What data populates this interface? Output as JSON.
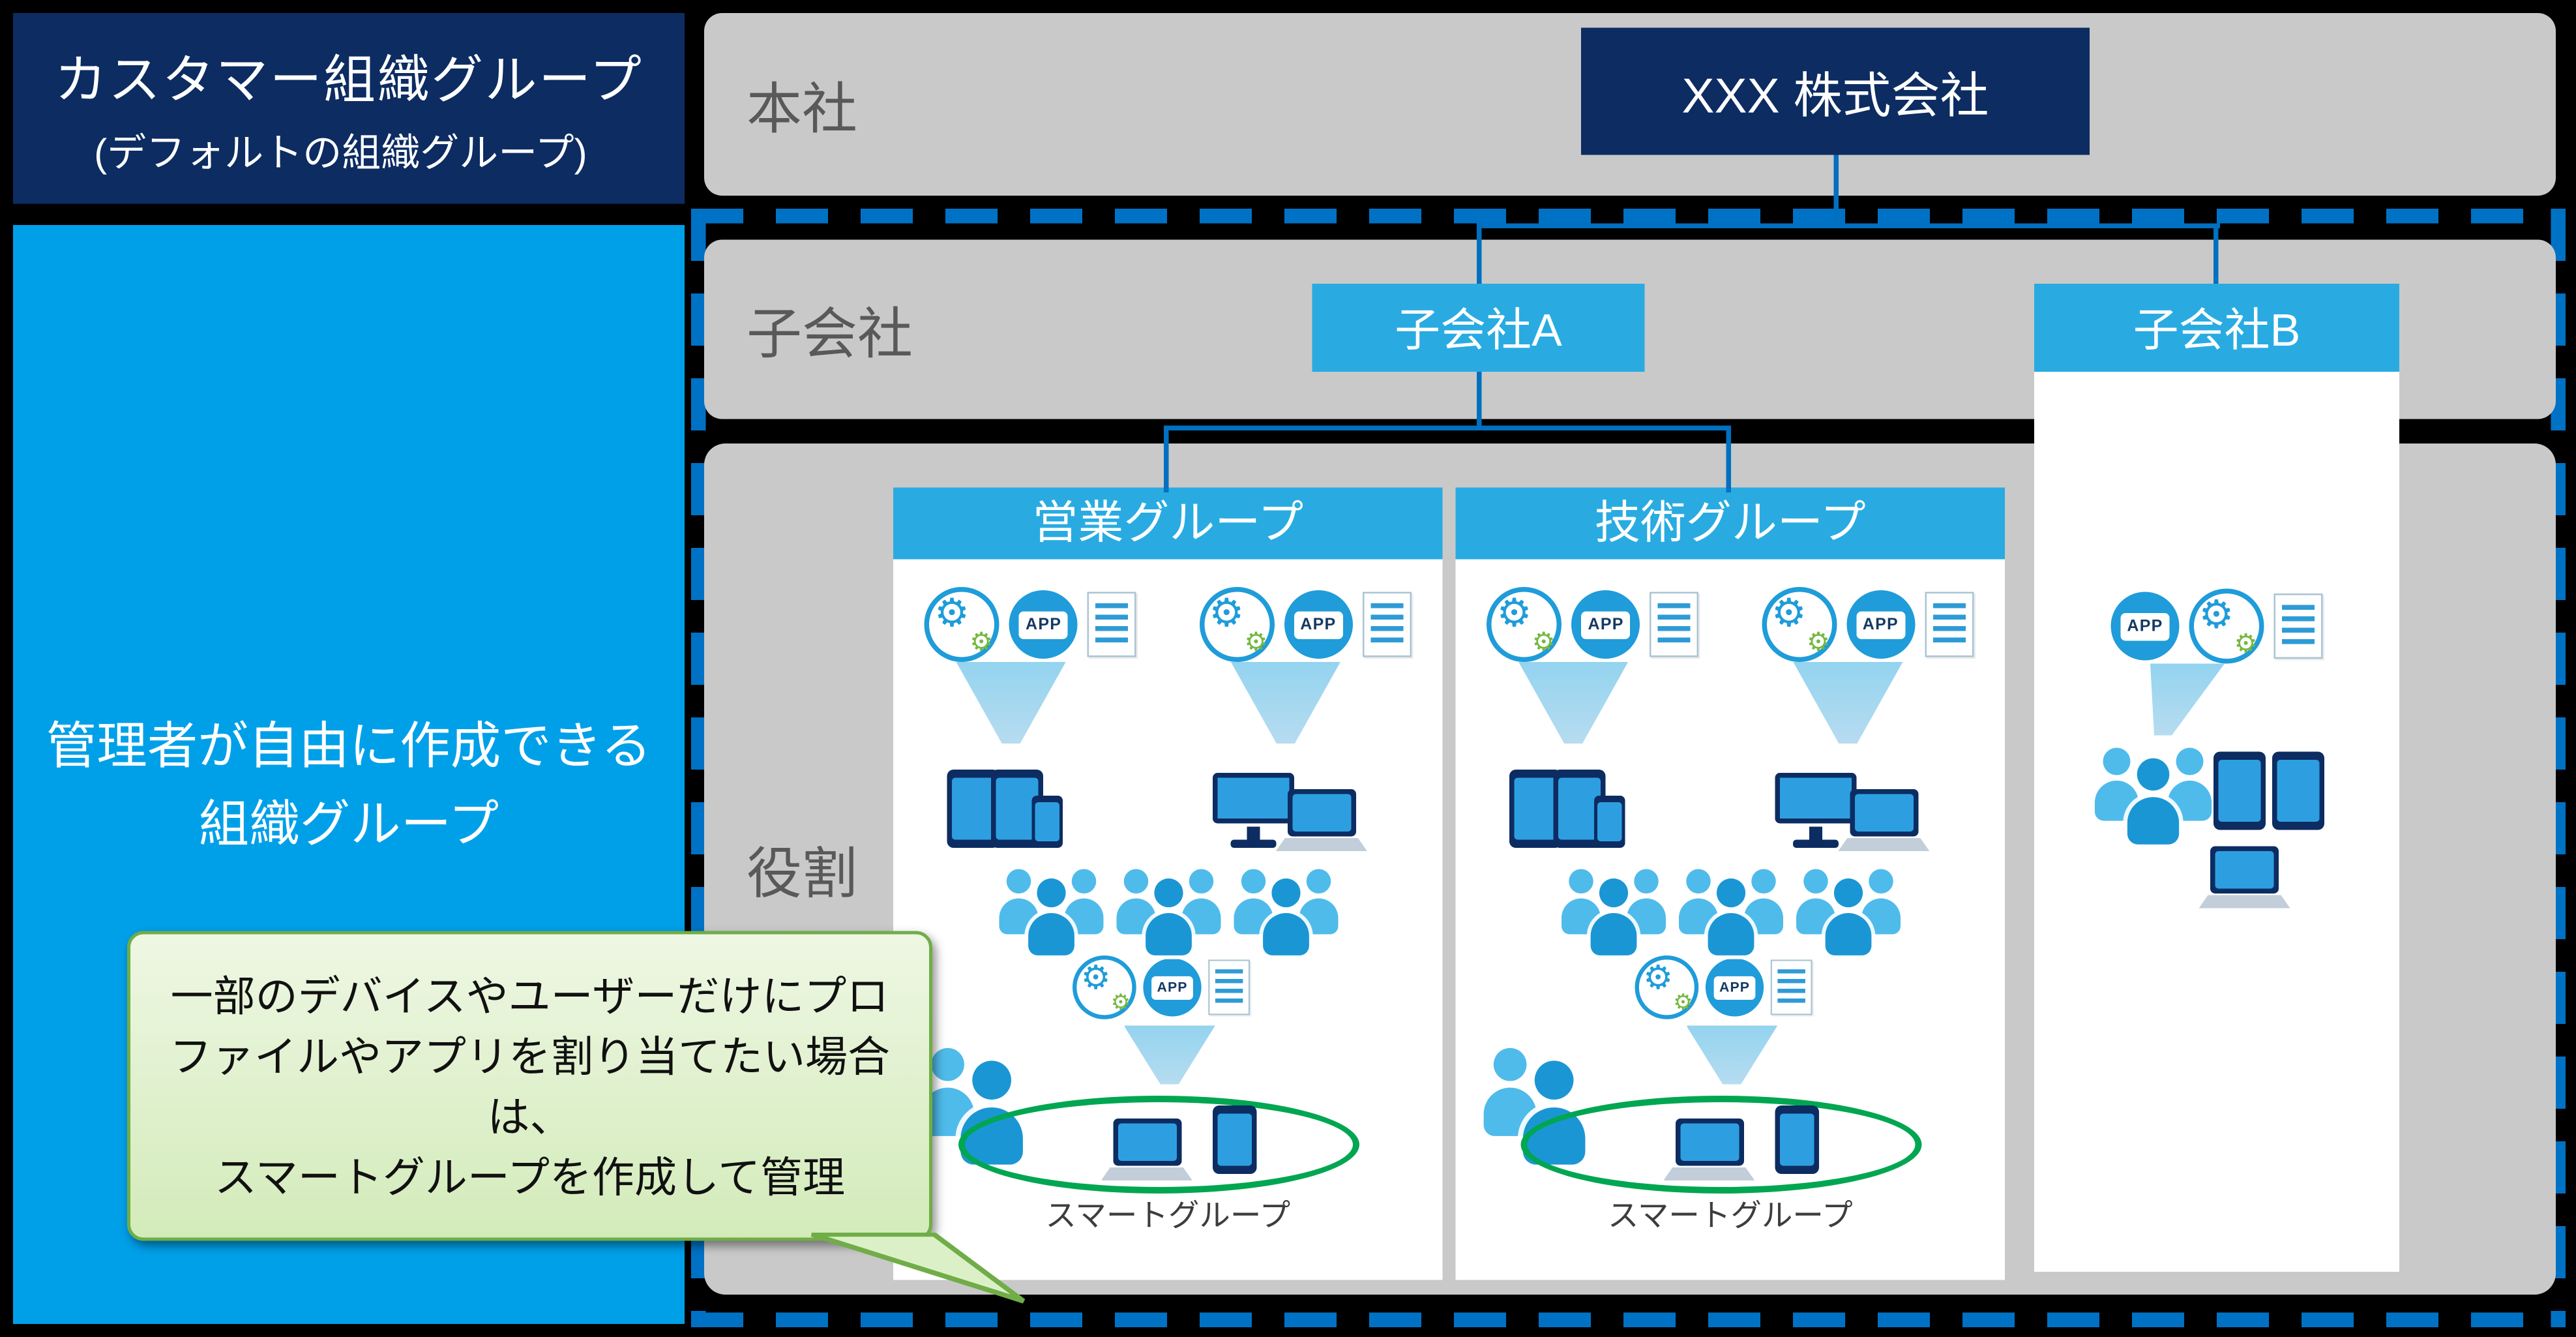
{
  "left_panel": {
    "title": "カスタマー組織グループ",
    "subtitle": "(デフォルトの組織グループ)",
    "body_line1": "管理者が自由に作成できる",
    "body_line2": "組織グループ"
  },
  "org_rows": {
    "hq_label": "本社",
    "subsidiary_label": "子会社",
    "role_label": "役割"
  },
  "nodes": {
    "hq_company": "XXX 株式会社",
    "subsidiary_a": "子会社A",
    "subsidiary_b": "子会社B",
    "sales_group": "営業グループ",
    "tech_group": "技術グループ",
    "smart_group_label": "スマートグループ"
  },
  "callout": {
    "line1": "一部のデバイスやユーザーだけにプロ",
    "line2": "ファイルやアプリを割り当てたい場合は、",
    "line3": "スマートグループを作成して管理"
  },
  "icons": {
    "app_label": "APP"
  },
  "colors": {
    "navy": "#0C2C62",
    "bright_blue": "#00A0E9",
    "cyan": "#29ABE2",
    "dashed_blue": "#0072C6",
    "connector_blue": "#0070C0",
    "gray_panel": "#C9C9C9",
    "callout_green_border": "#70AD47",
    "smart_ellipse_green": "#00A651",
    "background": "#000000"
  }
}
